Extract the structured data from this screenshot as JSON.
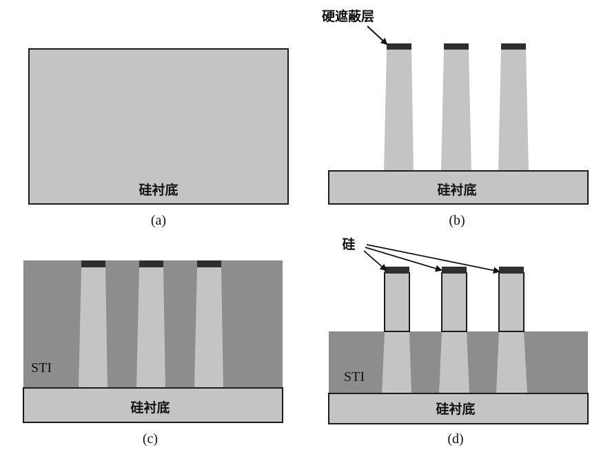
{
  "panels": {
    "a": {
      "caption": "(a)",
      "substrate_label": "硅衬底"
    },
    "b": {
      "caption": "(b)",
      "substrate_label": "硅衬底",
      "callout": "硬遮蔽层"
    },
    "c": {
      "caption": "(c)",
      "substrate_label": "硅衬底",
      "region_label": "STI"
    },
    "d": {
      "caption": "(d)",
      "substrate_label": "硅衬底",
      "region_label": "STI",
      "callout": "硅"
    }
  },
  "colors": {
    "silicon": "#c4c4c4",
    "oxide": "#8d8d8d",
    "hardmask": "#2f2f2f",
    "outline": "#1a1a1a"
  }
}
